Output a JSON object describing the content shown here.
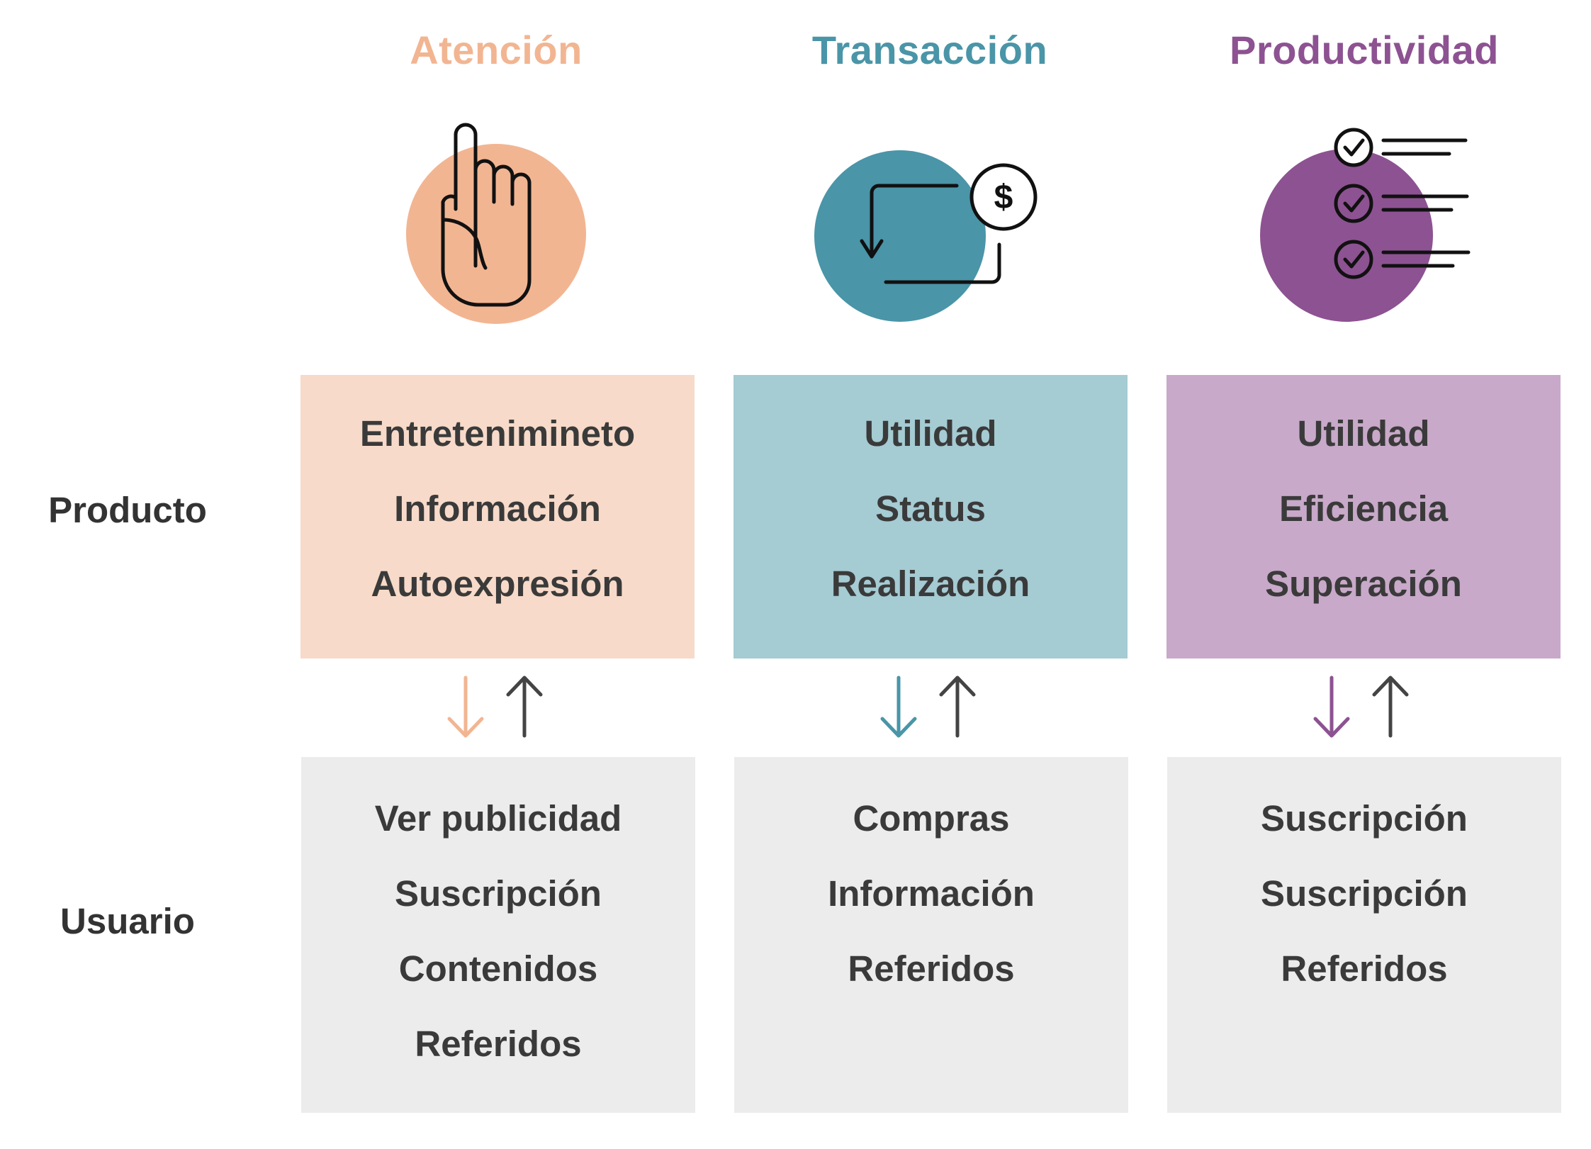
{
  "columns": [
    {
      "title": "Atención",
      "accent": "#f2b592",
      "box_color": "#f7dac9",
      "icon": "pointing-hand-icon",
      "producto": [
        "Entretenimineto",
        "Información",
        "Autoexpresión"
      ],
      "usuario": [
        "Ver publicidad",
        "Suscripción",
        "Contenidos",
        "Referidos"
      ]
    },
    {
      "title": "Transacción",
      "accent": "#4a95a8",
      "box_color": "#a5cbd3",
      "icon": "money-transfer-icon",
      "producto": [
        "Utilidad",
        "Status",
        "Realización"
      ],
      "usuario": [
        "Compras",
        "Información",
        "Referidos"
      ]
    },
    {
      "title": "Productividad",
      "accent": "#8d5292",
      "box_color": "#c8a9c9",
      "icon": "checklist-icon",
      "producto": [
        "Utilidad",
        "Eficiencia",
        "Superación"
      ],
      "usuario": [
        "Suscripción",
        "Suscripción",
        "Referidos"
      ]
    }
  ],
  "rows": {
    "producto": "Producto",
    "usuario": "Usuario"
  },
  "arrow_up_color": "#444444",
  "user_box_color": "#ececec"
}
